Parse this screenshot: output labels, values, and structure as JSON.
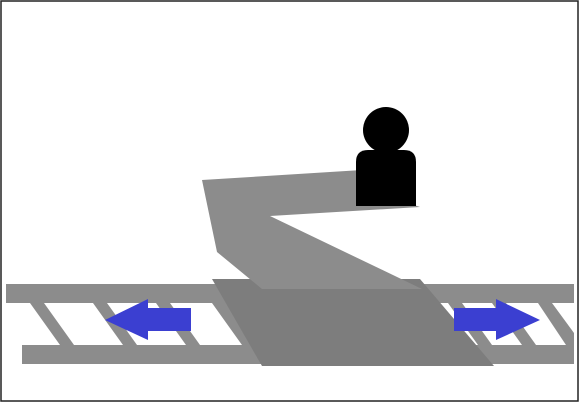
{
  "diagram": {
    "colors": {
      "background": "#ffffff",
      "frame": "#222222",
      "structure": "#8c8c8c",
      "structure_dark": "#7d7d7d",
      "rung_fill": "#ffffff",
      "arrow": "#3b3fd1",
      "person": "#000000"
    },
    "arrows": [
      {
        "name": "left-arrow",
        "direction": "left"
      },
      {
        "name": "right-arrow",
        "direction": "right"
      }
    ],
    "figure": {
      "name": "person-icon"
    }
  }
}
